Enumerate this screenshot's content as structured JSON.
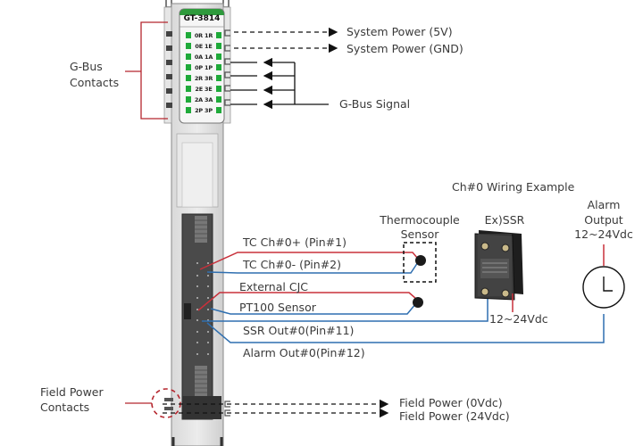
{
  "module": {
    "model": "GT-3814",
    "led_labels": [
      "0R 1R",
      "0E 1E",
      "0A 1A",
      "0P 1P",
      "2R 3R",
      "2E 3E",
      "2A 3A",
      "2P 3P"
    ],
    "led_color": "#1faa3a",
    "header_color": "#2e9a3c"
  },
  "callouts": {
    "gbus_contacts": [
      "G-Bus",
      "Contacts"
    ],
    "field_power_contacts": [
      "Field Power",
      "Contacts"
    ]
  },
  "bus_signals": {
    "system_power_5v": "System Power (5V)",
    "system_power_gnd": "System Power (GND)",
    "gbus_signal": "G-Bus Signal"
  },
  "field_power": {
    "zero_vdc": "Field Power (0Vdc)",
    "twentyfour_vdc": "Field Power (24Vdc)"
  },
  "wiring": {
    "title": "Ch#0 Wiring Example",
    "tc_plus": "TC Ch#0+ (Pin#1)",
    "tc_minus": "TC Ch#0- (Pin#2)",
    "external_cjc": "External CJC",
    "pt100": "PT100 Sensor",
    "ssr_out": "SSR Out#0(Pin#11)",
    "alarm_out": "Alarm Out#0(Pin#12)",
    "thermocouple_label": [
      "Thermocouple",
      "Sensor"
    ],
    "ssr_label": "Ex)SSR",
    "ssr_voltage": "12~24Vdc",
    "alarm_label": [
      "Alarm",
      "Output",
      "12~24Vdc"
    ]
  },
  "colors": {
    "red_wire": "#c8303a",
    "blue_wire": "#2f6fb0",
    "callout_red": "#b5262e"
  }
}
